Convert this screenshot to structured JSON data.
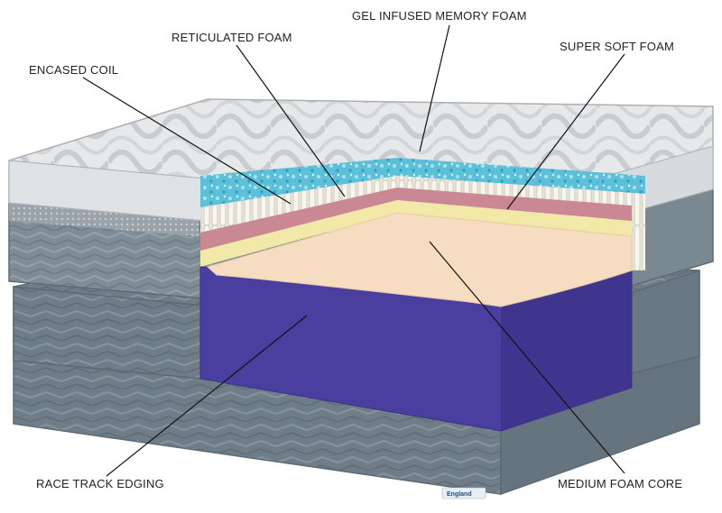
{
  "labels": {
    "gel_infused_memory_foam": "GEL INFUSED MEMORY FOAM",
    "reticulated_foam": "RETICULATED FOAM",
    "super_soft_foam": "SUPER SOFT FOAM",
    "encased_coil": "ENCASED COIL",
    "race_track_edging": "RACE TRACK EDGING",
    "medium_foam_core": "MEDIUM FOAM CORE"
  },
  "brand_tag": "England",
  "colors": {
    "quilt_top": "#e6e8ea",
    "quilt_pattern": "#c9cdd1",
    "side_panel": "#7f8d97",
    "foundation": "#6f7d88",
    "gel_foam": "#4fb8d4",
    "coil": "#ece9df",
    "reticulated": "#c98894",
    "super_soft": "#f2e9a8",
    "core_top": "#f6dcc0",
    "core_side": "#4a3f9e",
    "leader_line": "#111111"
  }
}
